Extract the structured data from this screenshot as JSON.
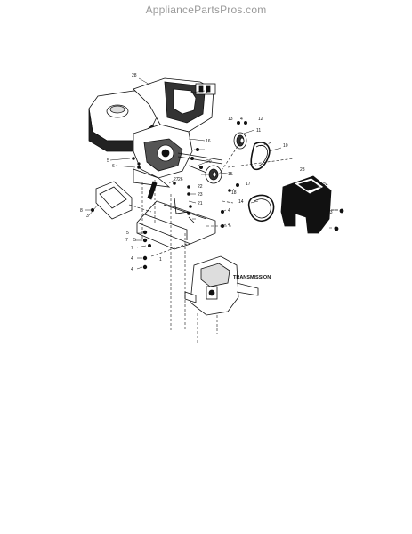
{
  "watermark": "AppliancePartsPros.com",
  "assembly_label": "TRANSMISSION",
  "callouts": {
    "c28a": "28",
    "c9": "9",
    "c13a": "13",
    "c4a": "4",
    "c12": "12",
    "c11": "11",
    "c10": "10",
    "c16": "16",
    "c20": "20",
    "c5a": "5",
    "c6": "6",
    "c15": "15",
    "c28b": "28",
    "c27": "27",
    "c26": "26",
    "c22": "22",
    "c23a": "23",
    "c24": "24",
    "c17": "17",
    "c18": "18",
    "c21": "21",
    "c8": "8",
    "c3": "3",
    "c4b": "4",
    "c14": "14",
    "c4c": "4",
    "c23b": "23",
    "c5b": "5",
    "c7a": "7",
    "c5c": "5",
    "c7b": "7",
    "c4d": "4",
    "c4e": "4",
    "c1": "1"
  }
}
